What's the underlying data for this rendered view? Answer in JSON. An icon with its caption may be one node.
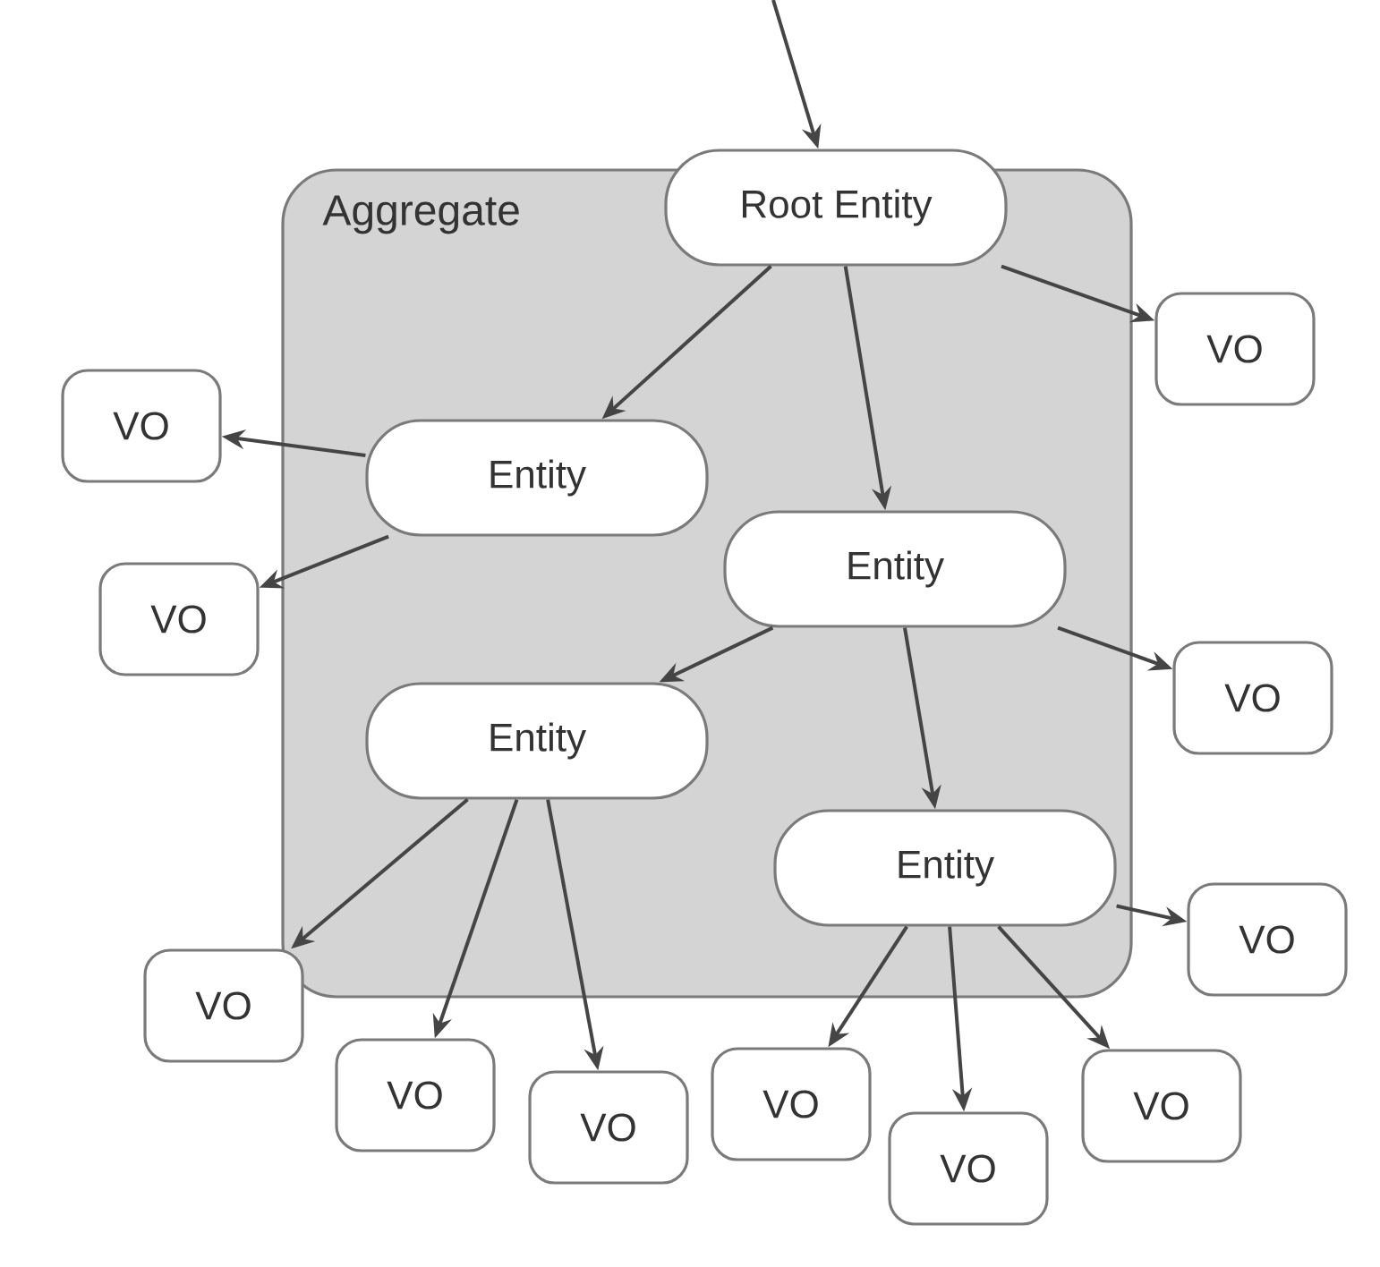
{
  "diagram": {
    "nodes": [
      {
        "text": [
          "Aggregate"
        ]
      },
      {
        "text": [
          "Root Entity"
        ]
      },
      {
        "text": [
          "VO"
        ]
      },
      {
        "text": [
          "VO"
        ]
      },
      {
        "text": [
          "Entity"
        ],
        "in": 0
      },
      {
        "text": [
          "VO"
        ]
      },
      {
        "text": [
          "Entity"
        ],
        "in": 0
      },
      {
        "text": [
          "VO"
        ]
      },
      {
        "text": [
          "Entity"
        ],
        "in": 0
      },
      {
        "text": [
          "Entity"
        ],
        "in": 0
      },
      {
        "text": [
          "VO"
        ]
      },
      {
        "text": [
          "VO"
        ]
      },
      {
        "text": [
          "VO"
        ]
      },
      {
        "text": [
          "VO"
        ]
      },
      {
        "text": [
          "VO"
        ]
      },
      {
        "text": [
          "VO"
        ]
      },
      {
        "text": [
          "VO"
        ]
      }
    ],
    "edges": [
      {
        "from": null,
        "to": 1,
        "arrow": "to"
      },
      {
        "from": 1,
        "to": 4,
        "arrow": "to"
      },
      {
        "from": 1,
        "to": 6,
        "arrow": "to"
      },
      {
        "from": 1,
        "to": 2,
        "arrow": "to"
      },
      {
        "from": 4,
        "to": 3,
        "arrow": "to"
      },
      {
        "from": 4,
        "to": 5,
        "arrow": "to"
      },
      {
        "from": 6,
        "to": 8,
        "arrow": "to"
      },
      {
        "from": 6,
        "to": 9,
        "arrow": "to"
      },
      {
        "from": 6,
        "to": 7,
        "arrow": "to"
      },
      {
        "from": 8,
        "to": 11,
        "arrow": "to"
      },
      {
        "from": 8,
        "to": 12,
        "arrow": "to"
      },
      {
        "from": 8,
        "to": 13,
        "arrow": "to"
      },
      {
        "from": 9,
        "to": 14,
        "arrow": "to"
      },
      {
        "from": 9,
        "to": 15,
        "arrow": "to"
      },
      {
        "from": 9,
        "to": 16,
        "arrow": "to"
      },
      {
        "from": 9,
        "to": 10,
        "arrow": "to"
      }
    ]
  }
}
